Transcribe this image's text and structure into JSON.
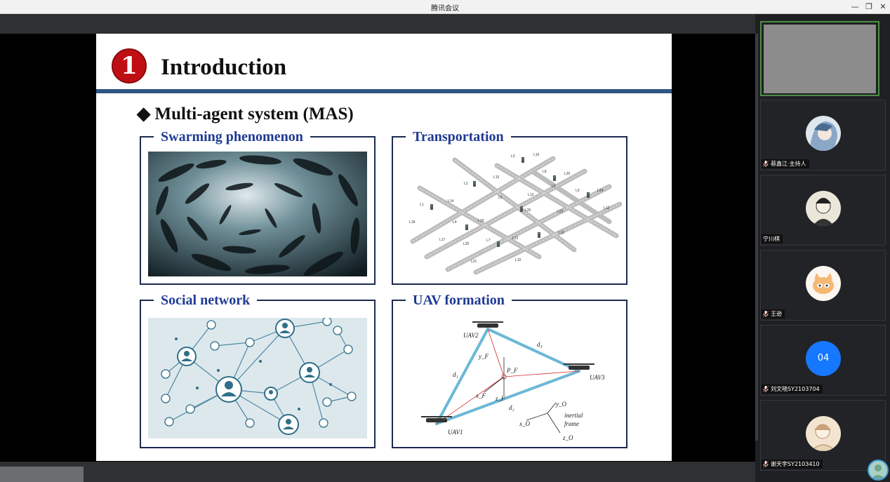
{
  "window": {
    "title": "腾讯会议",
    "controls": {
      "minimize": "—",
      "restore": "❐",
      "close": "✕"
    }
  },
  "slide": {
    "section_number": "1",
    "heading": "Introduction",
    "bullet": "◆ Multi-agent system (MAS)",
    "accent_color": "#2f5583",
    "panels": {
      "swarming": "Swarming phenomenon",
      "transport": "Transportation",
      "social": "Social network",
      "uav": "UAV formation"
    },
    "road_labels": [
      "L3",
      "L16",
      "L8",
      "L20",
      "L2",
      "L15",
      "L6",
      "L9",
      "L24",
      "L14",
      "L5",
      "L13",
      "L12",
      "L1",
      "L26",
      "L23",
      "L18",
      "L4",
      "L19",
      "L11",
      "L17",
      "L25",
      "L7",
      "L22",
      "L21",
      "L10"
    ],
    "uav_labels": {
      "uav1": "UAV1",
      "uav2": "UAV2",
      "uav3": "UAV3",
      "d1": "d₁",
      "d2": "d₂",
      "d3": "d₃",
      "pf": "P_F",
      "yf": "y_F",
      "xf": "x_F",
      "zf": "z_F",
      "yo": "y_O",
      "xo": "x_O",
      "zo": "z_O",
      "inertial": "inertial",
      "frame": "frame"
    }
  },
  "participants": [
    {
      "name": "蔡鑫江·主持人",
      "avatar": "anime-avatar"
    },
    {
      "name": "宁川棋",
      "avatar": "sketch-avatar"
    },
    {
      "name": "王逊",
      "avatar": "cat-avatar"
    },
    {
      "name": "刘文晓SY2103704",
      "avatar": "initials-avatar",
      "initials": "04",
      "color": "#1677ff"
    },
    {
      "name": "谢天宇SY2103410",
      "avatar": "drawing-avatar"
    }
  ]
}
